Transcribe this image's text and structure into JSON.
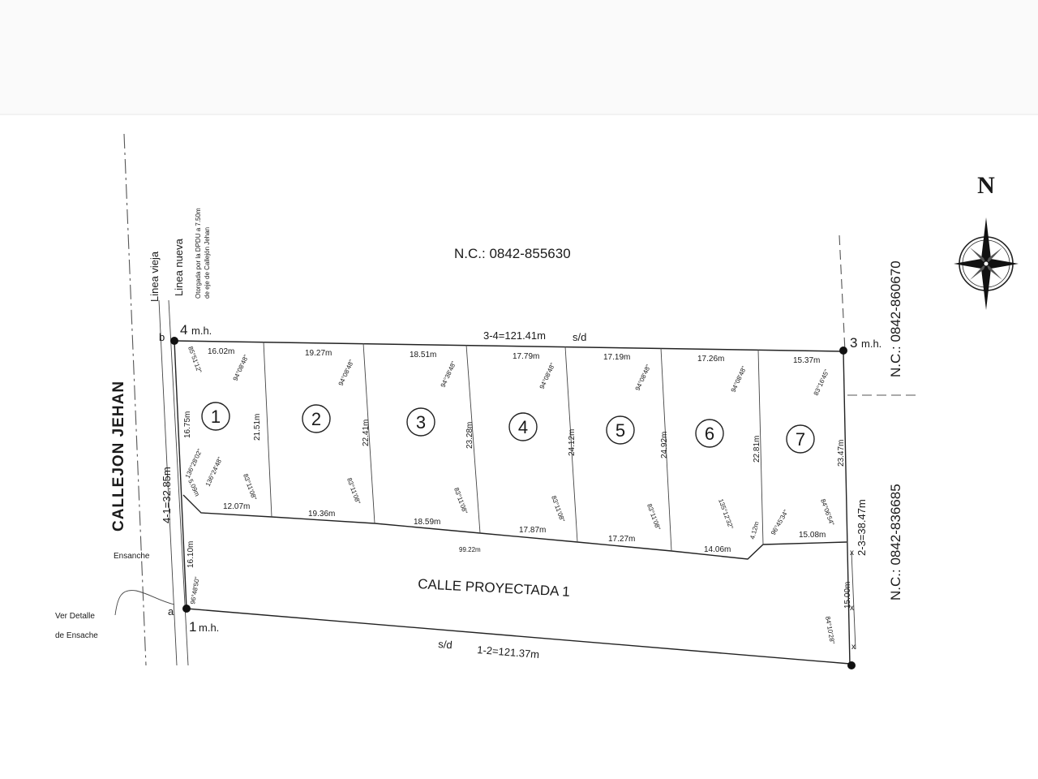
{
  "north_label": "N",
  "parcel_north": "N.C.: 0842-855630",
  "parcel_east_top": "N.C.: 0842-860670",
  "parcel_east_bottom": "N.C.: 0842-836685",
  "street_west": "CALLEJON JEHAN",
  "street_south": "CALLE PROYECTADA 1",
  "linea_vieja": "Linea vieja",
  "linea_nueva": "Linea nueva",
  "otorgada_1": "Otorgada por la DPDU a 7.50m",
  "otorgada_2": "de eje de Callejón Jehan",
  "ensanche": "Ensanche",
  "ver_detalle_1": "Ver Detalle",
  "ver_detalle_2": "de Ensache",
  "mark_4": "4",
  "mark_3": "3",
  "mark_1": "1",
  "mh": "m.h.",
  "letter_b": "b",
  "letter_a": "a",
  "side_34": "3-4=121.41m",
  "sd_top": "s/d",
  "side_12": "1-2=121.37m",
  "sd_bottom": "s/d",
  "side_41": "4-1=32.85m",
  "side_23": "2-3=38.47m",
  "dim_west_lower": "16.10m",
  "dim_east_lower": "15.00m",
  "dim_99": "99.22m",
  "angle_a": "96°48'50\"",
  "angle_2": "84°10'28\"",
  "lots": [
    {
      "num": "1",
      "top": "16.02m",
      "bottom": "12.07m",
      "right": "21.51m",
      "left": "16.75m",
      "angle_tl": "85°51'12\"",
      "angle_tr": "94°08'48\"",
      "angle_br": "83°11'08\"",
      "angle_l1": "136°28'02\"",
      "angle_l2": "136°24'48\"",
      "chamfer": "5.09m"
    },
    {
      "num": "2",
      "top": "19.27m",
      "bottom": "19.36m",
      "right": "22.41m",
      "angle_tr": "94°08'48\"",
      "angle_br": "83°11'08\""
    },
    {
      "num": "3",
      "top": "18.51m",
      "bottom": "18.59m",
      "right": "23.28m",
      "angle_tr": "94°38'48\"",
      "angle_br": "83°11'08\""
    },
    {
      "num": "4",
      "top": "17.79m",
      "bottom": "17.87m",
      "right": "24.12m",
      "angle_tr": "94°08'48\"",
      "angle_br": "83°11'08\""
    },
    {
      "num": "5",
      "top": "17.19m",
      "bottom": "17.27m",
      "right": "24.92m",
      "angle_tr": "94°08'48\"",
      "angle_br": "83°11'08\""
    },
    {
      "num": "6",
      "top": "17.26m",
      "bottom": "14.06m",
      "right": "22.81m",
      "angle_tr": "94°08'48\"",
      "angle_br": "135°12'32\"",
      "chamfer": "4.12m"
    },
    {
      "num": "7",
      "top": "15.37m",
      "bottom": "15.08m",
      "right": "23.47m",
      "angle_tr": "83°16'45\"",
      "angle_bl": "96°45'34\"",
      "angle_br": "84°06'54\""
    }
  ]
}
